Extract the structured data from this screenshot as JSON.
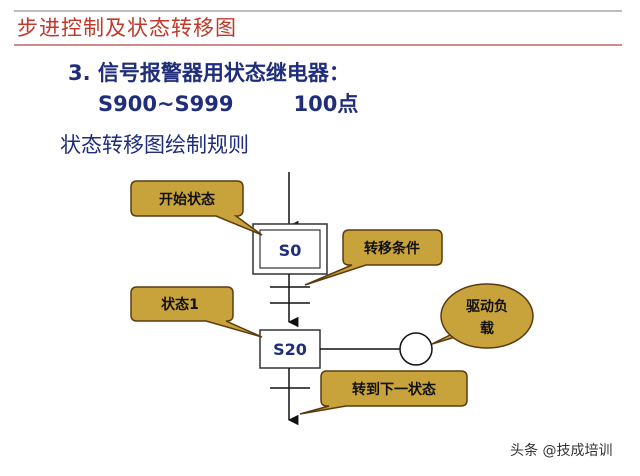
{
  "slide": {
    "title": "步进控制及状态转移图",
    "heading": "3. 信号报警器用状态继电器：",
    "range": "S900~S999",
    "count": "100点",
    "rules_heading": "状态转移图绘制规则"
  },
  "diagram": {
    "state_s0": "S0",
    "state_s20": "S20",
    "callouts": {
      "initial_state": "开始状态",
      "transition_condition": "转移条件",
      "state_1": "状态1",
      "drive_load_line1": "驱动负",
      "drive_load_line2": "载",
      "next_state": "转到下一状态"
    }
  },
  "watermark": "头条 @技成培训",
  "colors": {
    "title_red": "#c0392b",
    "text_navy": "#1f2d7b",
    "callout_fill": "#c8a23a",
    "callout_stroke": "#5a3b10"
  }
}
